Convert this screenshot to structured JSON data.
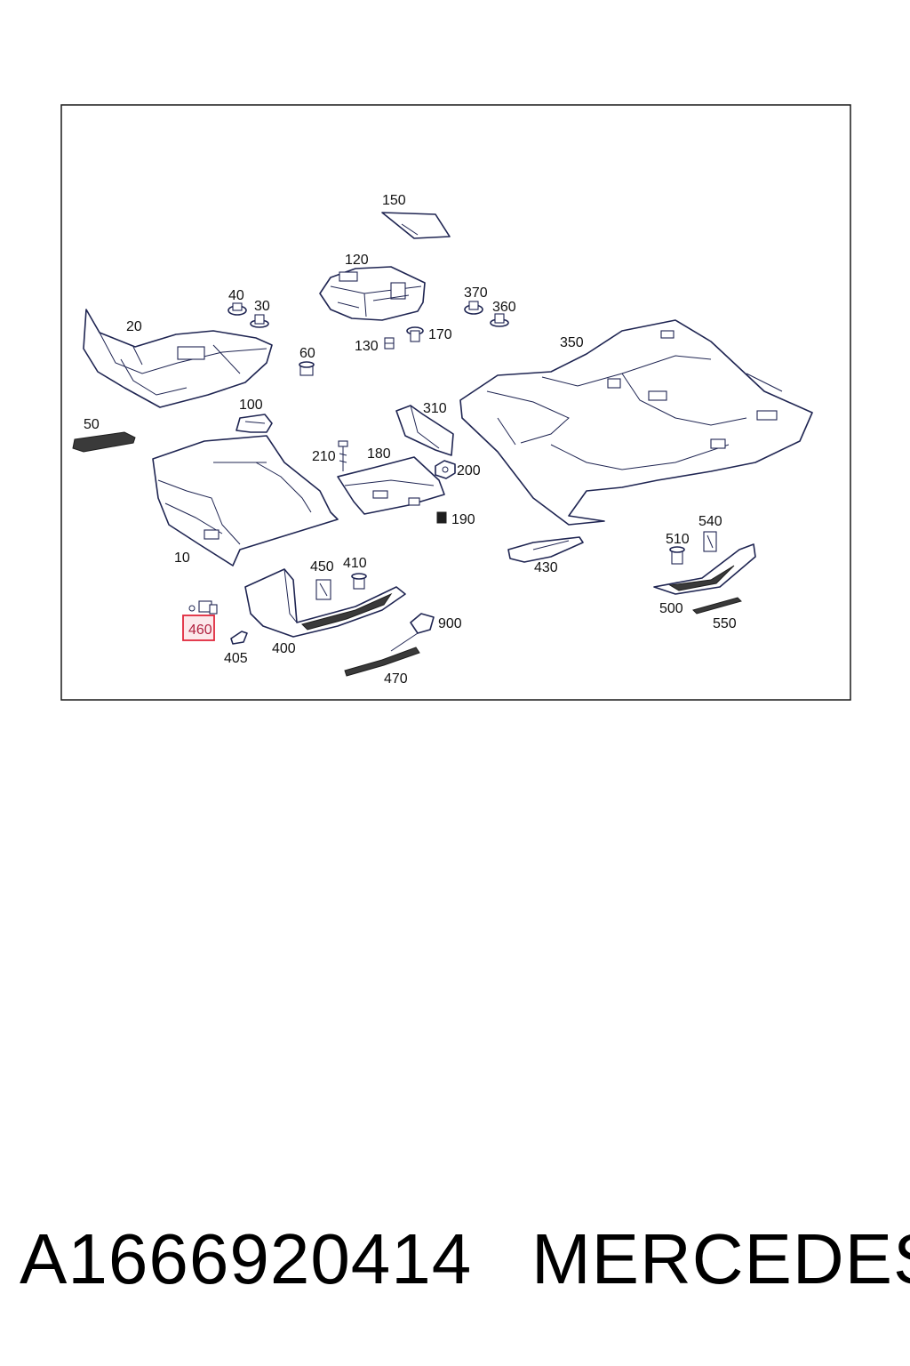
{
  "diagram": {
    "highlight_color": "#e0283c",
    "highlight_callout": "460",
    "callouts": {
      "c150": "150",
      "c120": "120",
      "c40": "40",
      "c30": "30",
      "c370": "370",
      "c360": "360",
      "c20": "20",
      "c130": "130",
      "c170": "170",
      "c350": "350",
      "c60": "60",
      "c310": "310",
      "c100": "100",
      "c50": "50",
      "c210": "210",
      "c180": "180",
      "c200": "200",
      "c190": "190",
      "c540": "540",
      "c510": "510",
      "c10": "10",
      "c450": "450",
      "c410": "410",
      "c430": "430",
      "c500": "500",
      "c460": "460",
      "c900": "900",
      "c550": "550",
      "c405": "405",
      "c400": "400",
      "c470": "470"
    }
  },
  "footer": {
    "part_number": "A1666920414",
    "brand": "MERCEDES"
  }
}
